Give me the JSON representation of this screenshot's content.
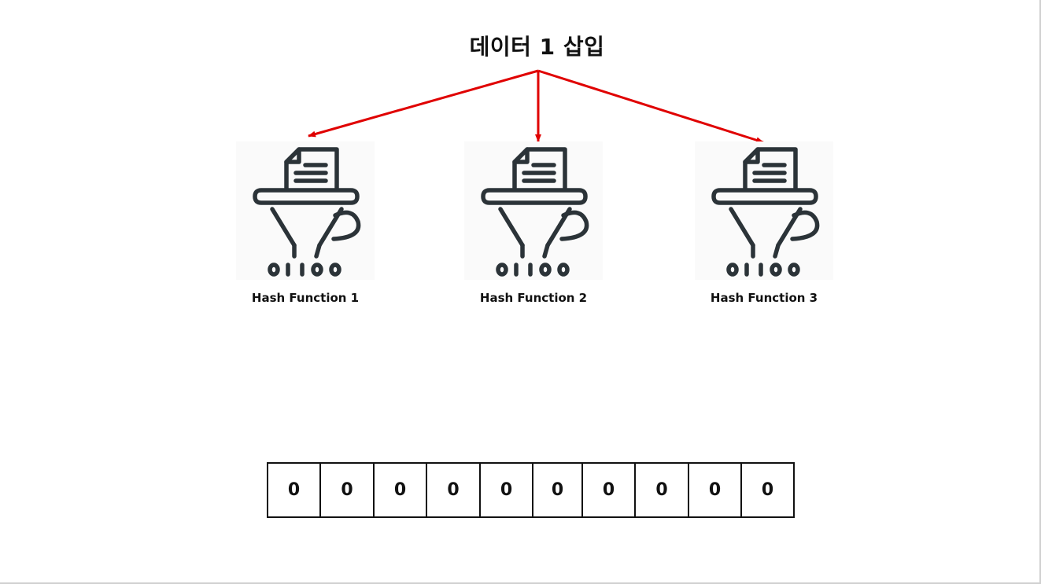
{
  "title": "데이터 1 삽입",
  "colors": {
    "arrow": "#e00000",
    "icon": "#2b3338",
    "text": "#111111"
  },
  "hash_functions": [
    {
      "label": "Hash Function 1",
      "icon": "funnel-hash-icon",
      "icon_text": "01100"
    },
    {
      "label": "Hash Function 2",
      "icon": "funnel-hash-icon",
      "icon_text": "01100"
    },
    {
      "label": "Hash Function 3",
      "icon": "funnel-hash-icon",
      "icon_text": "01100"
    }
  ],
  "bit_array": [
    "0",
    "0",
    "0",
    "0",
    "0",
    "0",
    "0",
    "0",
    "0",
    "0"
  ]
}
